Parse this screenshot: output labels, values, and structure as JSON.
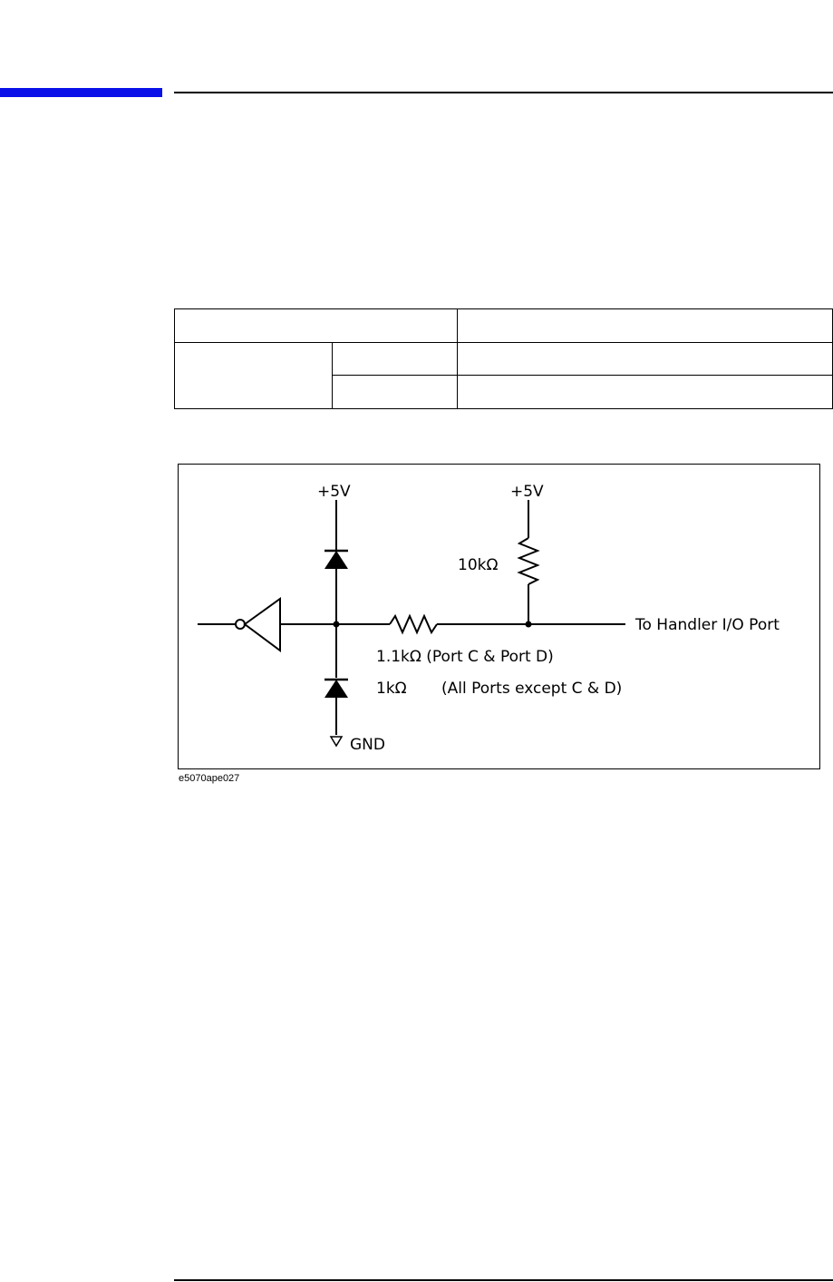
{
  "page": {
    "figure_id": "e5070ape027"
  },
  "table": {
    "rows": [
      [
        "",
        ""
      ],
      [
        "",
        "",
        ""
      ],
      [
        "",
        ""
      ]
    ]
  },
  "circuit": {
    "supply_left": "+5V",
    "supply_right": "+5V",
    "pullup_resistor": "10kΩ",
    "series_resistor_a": "1.1kΩ (Port C & Port D)",
    "series_resistor_b_value": "1kΩ",
    "series_resistor_b_note": "(All Ports except C & D)",
    "ground": "GND",
    "output": "To Handler I/O Port"
  }
}
